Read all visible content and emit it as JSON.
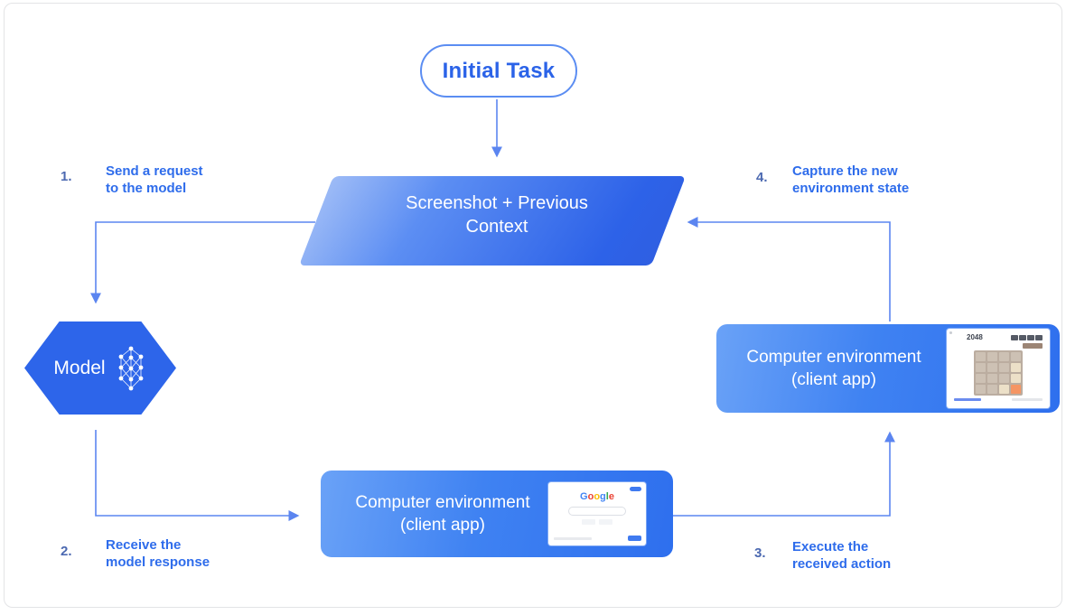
{
  "nodes": {
    "initial_task": "Initial Task",
    "context": {
      "line1": "Screenshot + Previous",
      "line2": "Context"
    },
    "model": "Model",
    "env_bottom": {
      "line1": "Computer environment",
      "line2": "(client app)"
    },
    "env_right": {
      "line1": "Computer environment",
      "line2": "(client app)"
    }
  },
  "steps": {
    "s1": {
      "num": "1.",
      "line1": "Send a request",
      "line2": "to the model"
    },
    "s2": {
      "num": "2.",
      "line1": "Receive the",
      "line2": "model response"
    },
    "s3": {
      "num": "3.",
      "line1": "Execute the",
      "line2": "received action"
    },
    "s4": {
      "num": "4.",
      "line1": "Capture the new",
      "line2": "environment state"
    }
  },
  "thumbnails": {
    "google": {
      "letters": [
        {
          "ch": "G",
          "color": "#4285F4"
        },
        {
          "ch": "o",
          "color": "#EA4335"
        },
        {
          "ch": "o",
          "color": "#FBBC05"
        },
        {
          "ch": "g",
          "color": "#4285F4"
        },
        {
          "ch": "l",
          "color": "#34A853"
        },
        {
          "ch": "e",
          "color": "#EA4335"
        }
      ],
      "signin_color": "#3f7af0",
      "button_color": "#3f7af0"
    },
    "game": {
      "title": "2048",
      "board_color": "#bbada0",
      "cell_color": "#cdc1b4",
      "newgame_color": "#9c8575",
      "tiles": [
        {
          "pos": "row2-col4",
          "color": "#ece0c8"
        },
        {
          "pos": "row3-col4",
          "color": "#ece0c8"
        },
        {
          "pos": "row4-col3",
          "color": "#ece0c8"
        },
        {
          "pos": "row4-col4",
          "color": "#f59563"
        }
      ]
    }
  },
  "colors": {
    "accent_blue": "#2e6ceb",
    "node_blue": "#2d65ea",
    "arrow_blue": "#5b85f0",
    "gradient_light": "#9dbbf6",
    "gradient_dark": "#2d62e8",
    "step_number": "#4c69b1"
  }
}
